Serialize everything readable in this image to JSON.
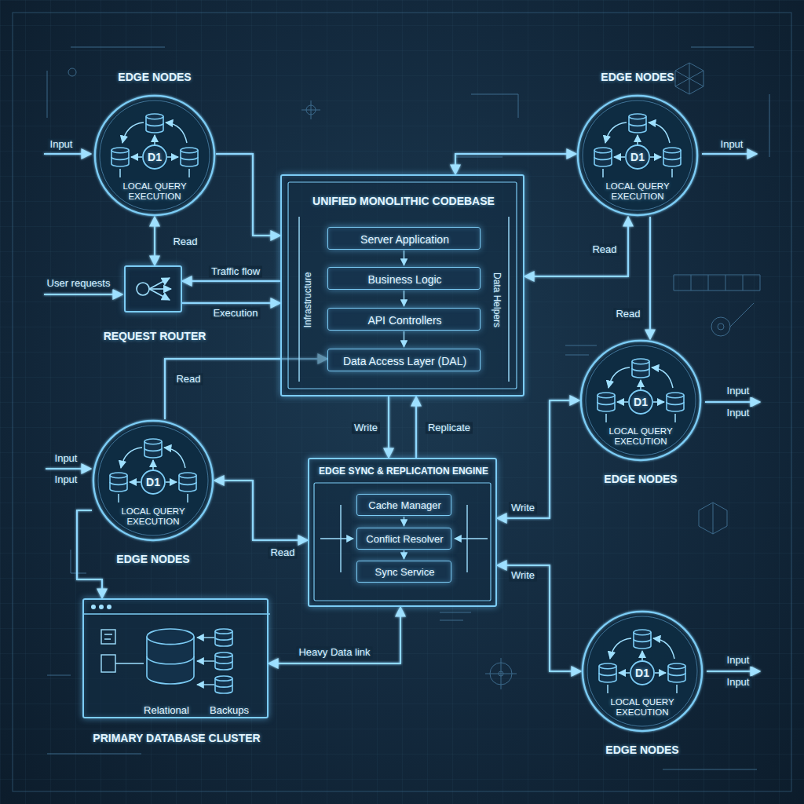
{
  "diagram": {
    "nodes": [
      {
        "text": [
          "EDGE NODES",
          "D1",
          "LOCAL QUERY EXECUTION"
        ]
      },
      {
        "text": [
          "EDGE NODES",
          "D1",
          "LOCAL QUERY EXECUTION"
        ]
      },
      {
        "text": [
          "REQUEST ROUTER"
        ]
      },
      {
        "text": [
          "UNIFIED MONOLITHIC CODEBASE"
        ]
      },
      {
        "text": [
          "Server Application"
        ],
        "in": 3
      },
      {
        "text": [
          "Business Logic"
        ],
        "in": 3
      },
      {
        "text": [
          "API Controllers"
        ],
        "in": 3
      },
      {
        "text": [
          "Data Access Layer (DAL)"
        ],
        "in": 3
      },
      {
        "text": [
          "D1",
          "LOCAL QUERY EXECUTION",
          "EDGE NODES"
        ]
      },
      {
        "text": [
          "D1",
          "LOCAL QUERY EXECUTION",
          "EDGE NODES"
        ]
      },
      {
        "text": [
          "EDGE SYNC & REPLICATION ENGINE"
        ]
      },
      {
        "text": [
          "Cache Manager"
        ],
        "in": 10
      },
      {
        "text": [
          "Conflict Resolver"
        ],
        "in": 10
      },
      {
        "text": [
          "Sync Service"
        ],
        "in": 10
      },
      {
        "text": [
          "Relational",
          "Backups",
          "PRIMARY DATABASE CLUSTER"
        ]
      },
      {
        "text": [
          "D1",
          "LOCAL QUERY EXECUTION",
          "EDGE NODES"
        ]
      }
    ],
    "edges": [
      {
        "from": 3,
        "to": 2,
        "label": "Traffic flow",
        "arrow": "to"
      },
      {
        "from": 2,
        "to": 3,
        "label": "Execution",
        "arrow": "to"
      },
      {
        "from": 0,
        "to": 2,
        "label": "Read",
        "arrow": "both"
      },
      {
        "from": 0,
        "to": 3,
        "arrow": "to"
      },
      {
        "from": 3,
        "to": 1,
        "arrow": "both"
      },
      {
        "from": 3,
        "to": 1,
        "label": "Read",
        "arrow": "both"
      },
      {
        "from": 1,
        "to": 8,
        "label": "Read",
        "arrow": "to"
      },
      {
        "from": 9,
        "to": 7,
        "label": "Read",
        "arrow": "to"
      },
      {
        "from": 3,
        "to": 10,
        "label": "Write",
        "arrow": "to"
      },
      {
        "from": 10,
        "to": 3,
        "label": "Replicate",
        "arrow": "to"
      },
      {
        "from": 9,
        "to": 10,
        "label": "Read",
        "arrow": "both"
      },
      {
        "from": 10,
        "to": 8,
        "label": "Write",
        "arrow": "both"
      },
      {
        "from": 10,
        "to": 15,
        "label": "Write",
        "arrow": "both"
      },
      {
        "from": 14,
        "to": 10,
        "label": "Heavy Data link",
        "arrow": "both"
      },
      {
        "from": 9,
        "to": 14,
        "arrow": "to"
      }
    ],
    "labels": [
      "Input",
      "Input",
      "User requests",
      "Infrastructure",
      "Data Helpers",
      "Input",
      "Input",
      "Input",
      "Input",
      "Input",
      "Input"
    ]
  }
}
